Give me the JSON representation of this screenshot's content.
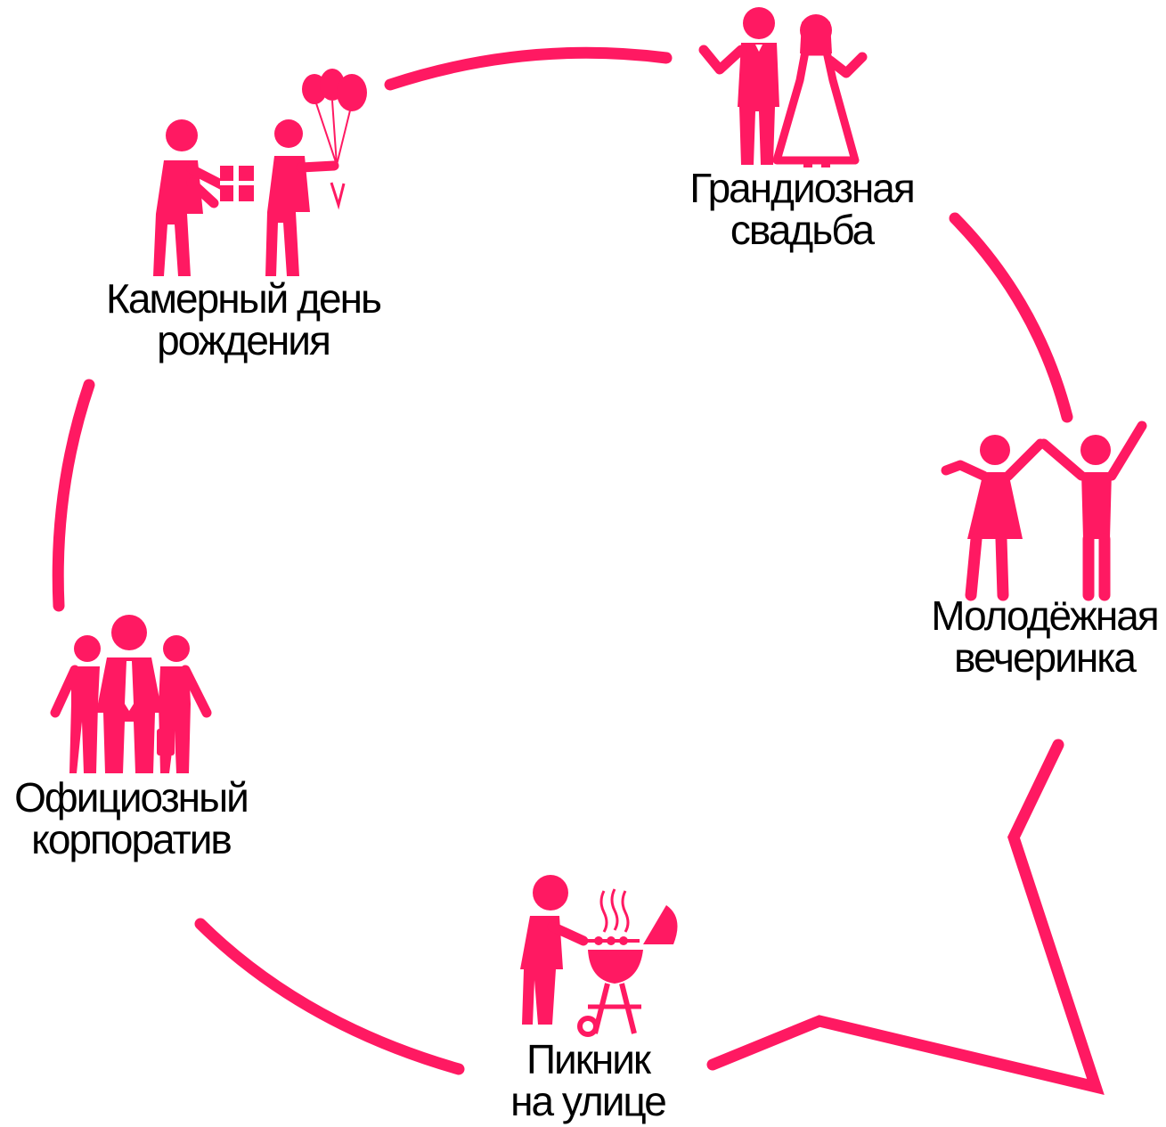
{
  "accent_color": "#FF1962",
  "events": [
    {
      "id": "wedding",
      "icon": "bride-and-groom-icon",
      "line1": "Грандиозная",
      "line2": "свадьба"
    },
    {
      "id": "party",
      "icon": "dancing-couple-icon",
      "line1": "Молодёжная",
      "line2": "вечеринка"
    },
    {
      "id": "birthday",
      "icon": "gift-and-balloons-icon",
      "line1": "Камерный день",
      "line2": "рождения"
    },
    {
      "id": "corporate",
      "icon": "business-team-icon",
      "line1": "Официозный",
      "line2": "корпоратив"
    },
    {
      "id": "picnic",
      "icon": "barbecue-grill-icon",
      "line1": "Пикник",
      "line2": "на улице"
    }
  ]
}
